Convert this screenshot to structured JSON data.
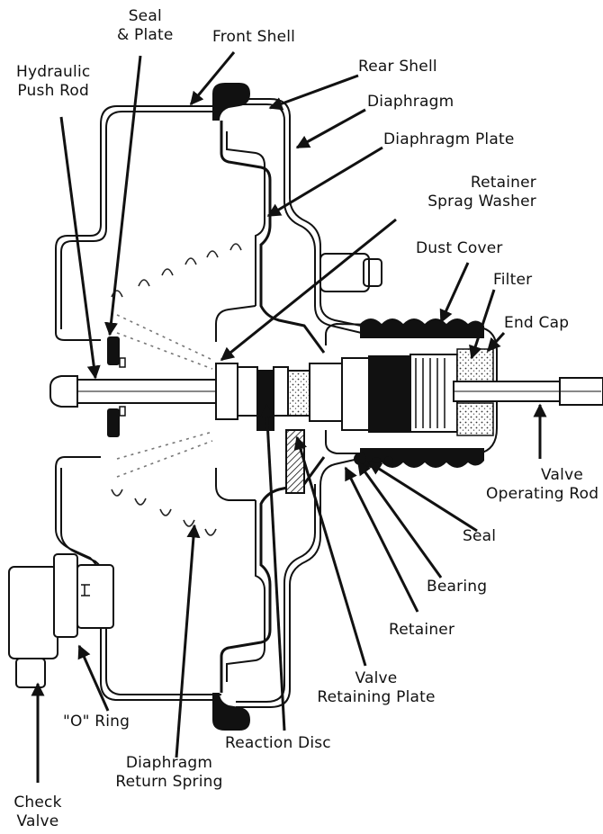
{
  "labels": {
    "seal_plate": [
      "Seal",
      "& Plate"
    ],
    "front_shell": "Front Shell",
    "hydraulic_push_rod": [
      "Hydraulic",
      "Push Rod"
    ],
    "rear_shell": "Rear Shell",
    "diaphragm": "Diaphragm",
    "diaphragm_plate": "Diaphragm Plate",
    "retainer_sprag_washer": [
      "Retainer",
      "Sprag Washer"
    ],
    "dust_cover": "Dust Cover",
    "filter": "Filter",
    "end_cap": "End Cap",
    "valve_operating_rod": [
      "Valve",
      "Operating Rod"
    ],
    "seal": "Seal",
    "bearing": "Bearing",
    "retainer": "Retainer",
    "valve_retaining_plate": [
      "Valve",
      "Retaining Plate"
    ],
    "reaction_disc": "Reaction Disc",
    "o_ring": "\"O\" Ring",
    "diaphragm_return_spring": [
      "Diaphragm",
      "Return Spring"
    ],
    "check_valve": [
      "Check",
      "Valve"
    ]
  },
  "colors": {
    "ink": "#111111",
    "paper": "#ffffff"
  }
}
